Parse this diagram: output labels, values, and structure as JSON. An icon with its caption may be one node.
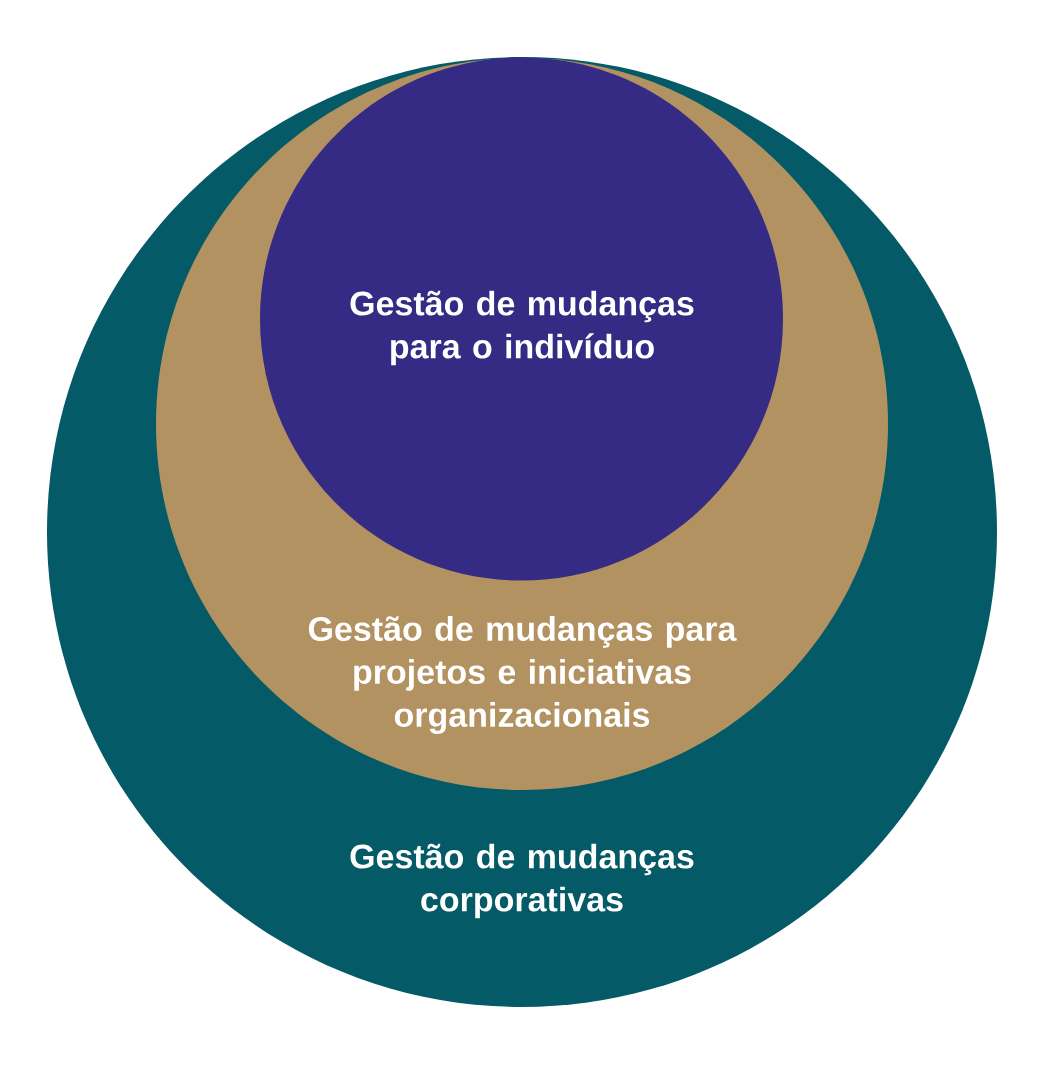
{
  "diagram": {
    "nodes": [
      {
        "text": [
          "Gestão de mudanças corporativas"
        ]
      },
      {
        "text": [
          "Gestão de mudanças para projetos e iniciativas organizacionais"
        ],
        "in": 0
      },
      {
        "text": [
          "Gestão de mudanças para o indivíduo"
        ],
        "in": 1
      }
    ]
  }
}
